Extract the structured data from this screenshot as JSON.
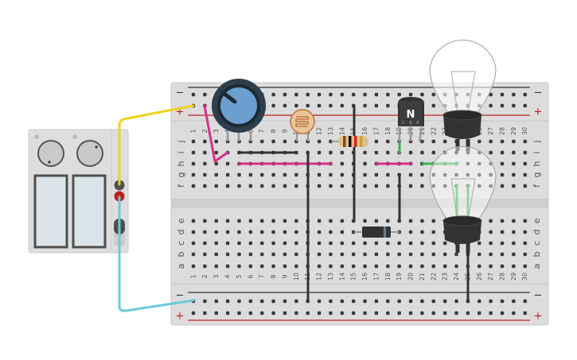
{
  "breadboard": {
    "columns": [
      "1",
      "2",
      "3",
      "4",
      "5",
      "6",
      "7",
      "8",
      "9",
      "10",
      "11",
      "12",
      "13",
      "14",
      "15",
      "16",
      "17",
      "18",
      "19",
      "20",
      "21",
      "22",
      "23",
      "24",
      "25",
      "26",
      "27",
      "28",
      "29",
      "30"
    ],
    "rows_top": [
      "j",
      "i",
      "h",
      "g",
      "f"
    ],
    "rows_bottom": [
      "e",
      "d",
      "c",
      "b",
      "a"
    ],
    "rail_minus": "−",
    "rail_plus": "+",
    "colors": {
      "board": "#dcdcdc",
      "rail_plus": "#c0201c",
      "rail_minus": "#333333"
    }
  },
  "components": {
    "transistor": {
      "label": "N",
      "pins": [
        "C",
        "B",
        "E"
      ]
    },
    "potentiometer": {
      "color": "#6a9fd0"
    },
    "photoresistor": {
      "color": "#e8c79a"
    },
    "resistor": {
      "bands": [
        "#7a4a1e",
        "#111111",
        "#e0201a",
        "#c8a040"
      ]
    },
    "diode": {},
    "bulbs": 2
  },
  "power_supply": {},
  "wires": {
    "yellow": "#f2d21c",
    "blue": "#6ccbd6",
    "pink": "#d6308a",
    "dark": "#333333",
    "green": "#3cb34a"
  }
}
